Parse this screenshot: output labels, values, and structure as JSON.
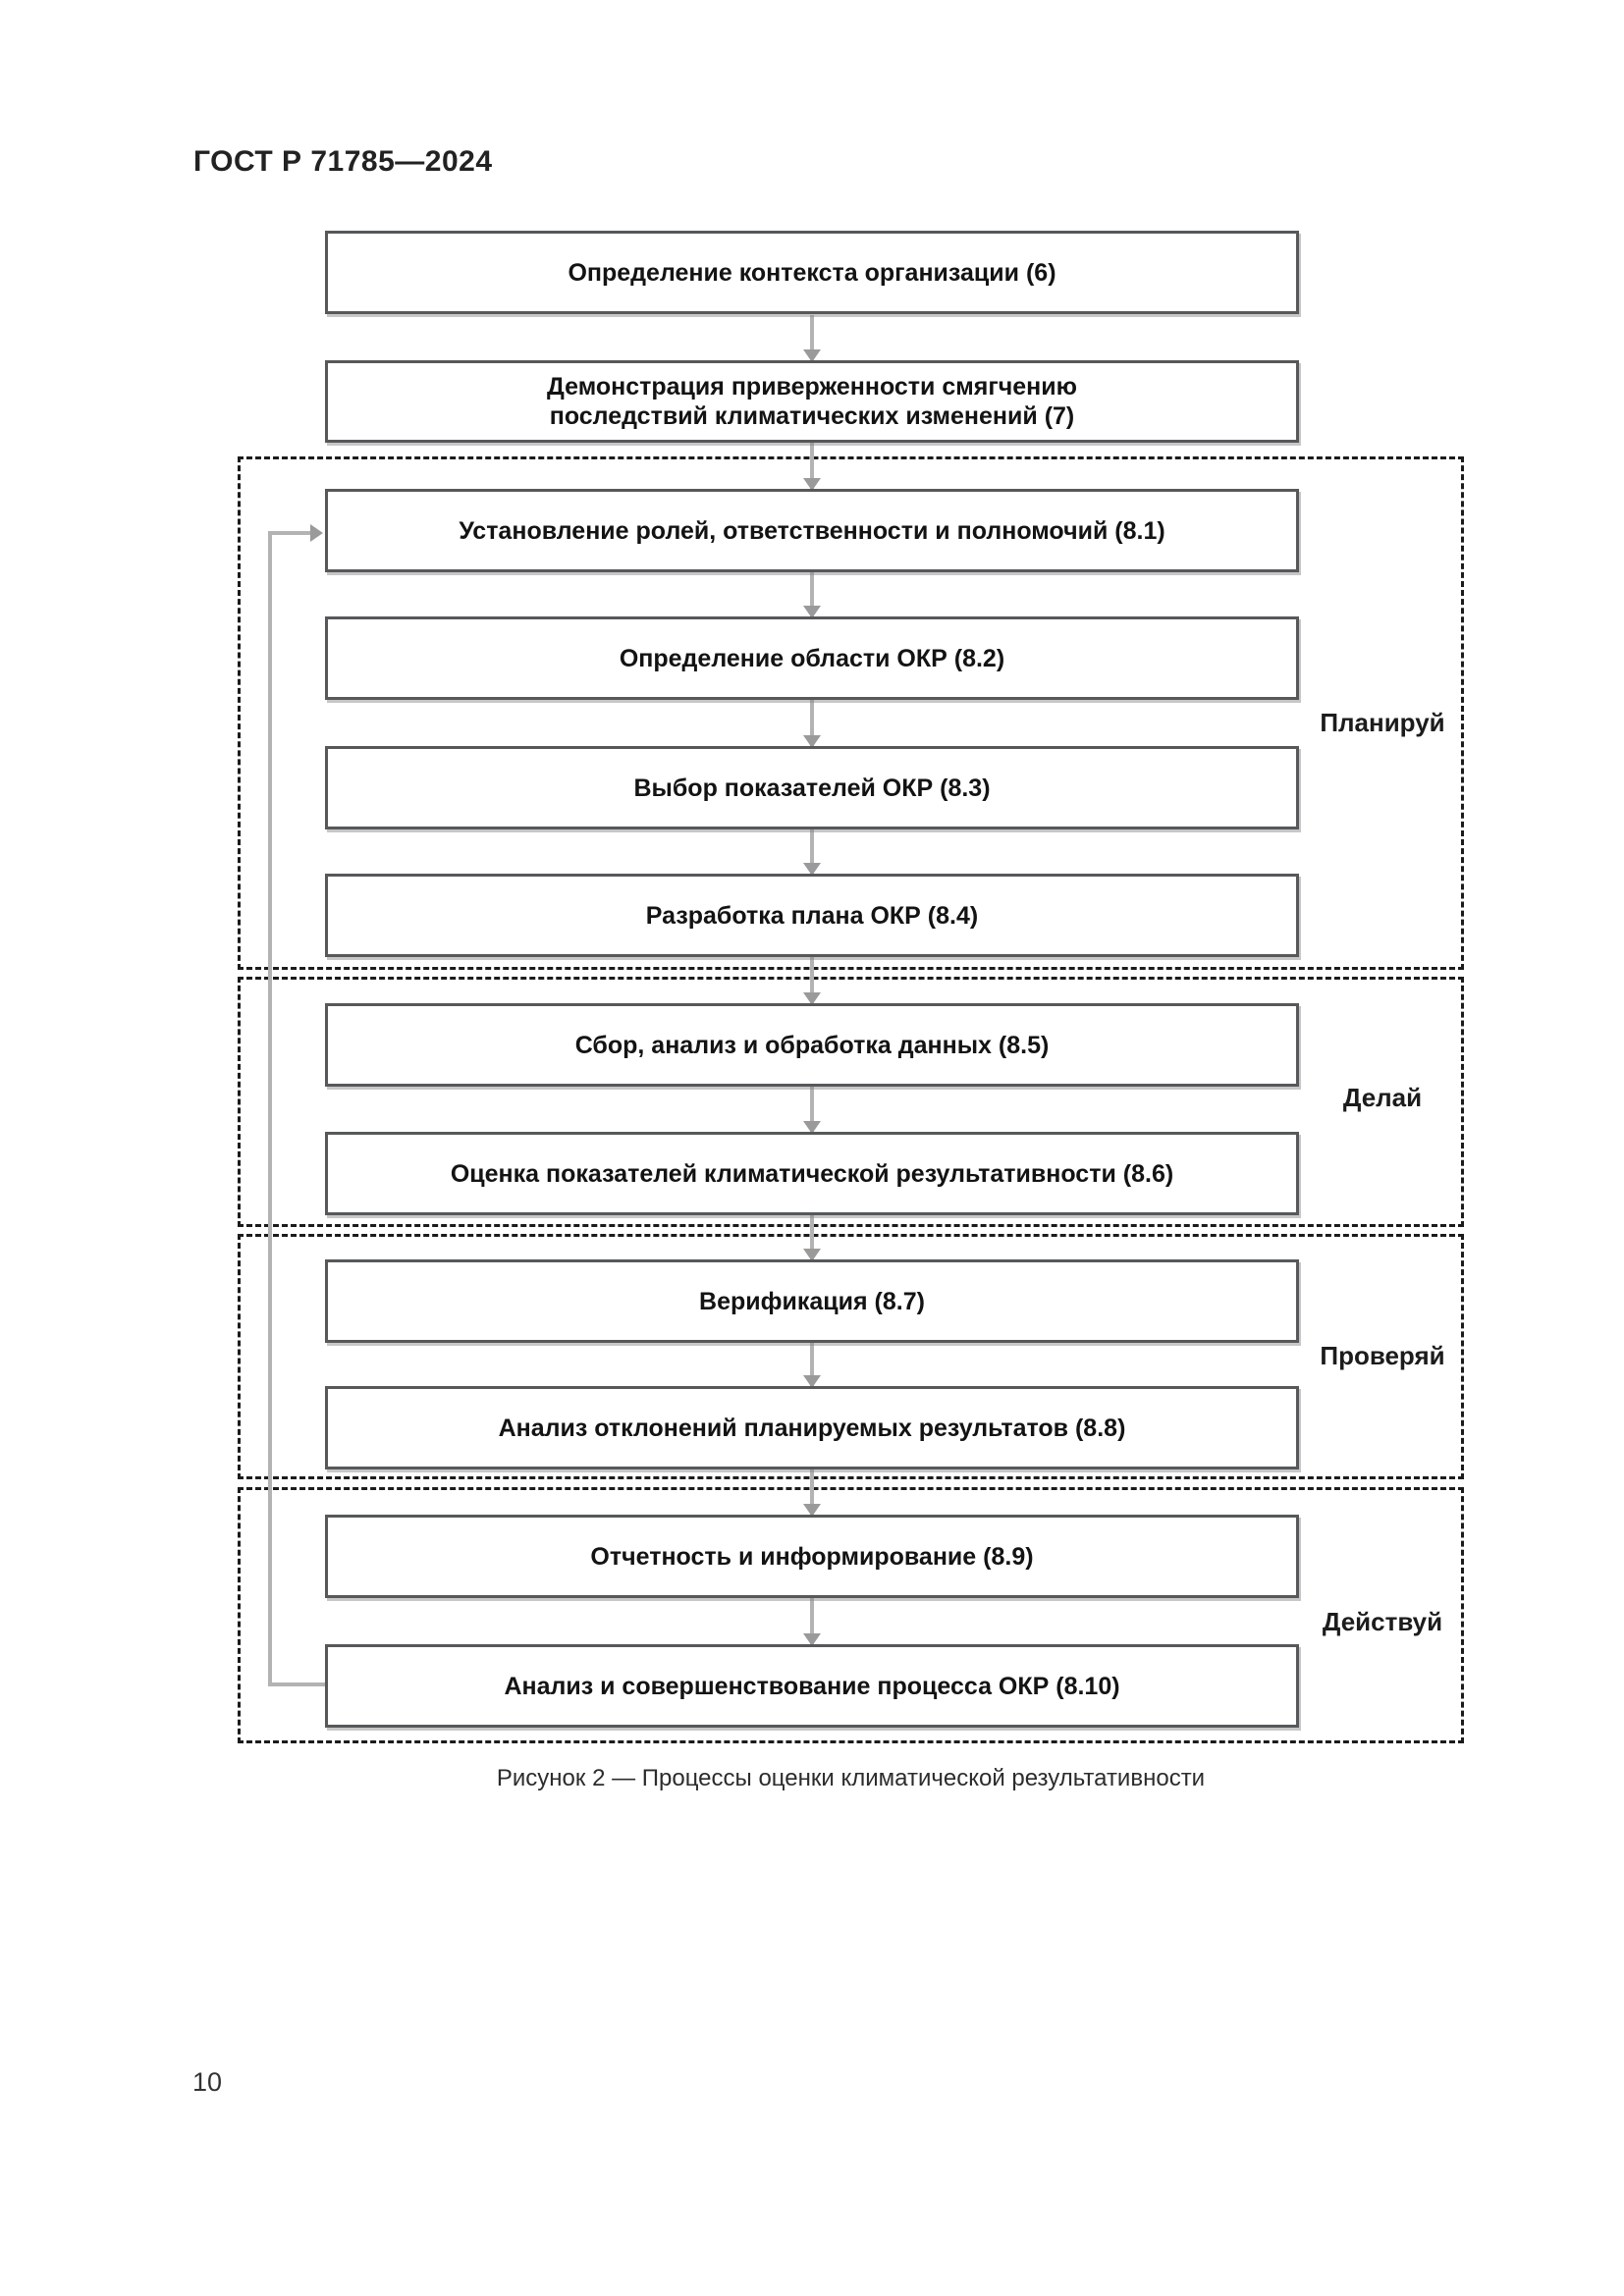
{
  "page": {
    "header": "ГОСТ Р 71785—2024",
    "figure_caption": "Рисунок 2 — Процессы оценки климатической результативности",
    "page_number": "10"
  },
  "flowchart": {
    "nodes": [
      {
        "id": "6",
        "label": "Определение контекста организации (6)"
      },
      {
        "id": "7",
        "label": "Демонстрация приверженности смягчению последствий климатических изменений (7)"
      },
      {
        "id": "8.1",
        "label": "Установление ролей, ответственности и полномочий (8.1)"
      },
      {
        "id": "8.2",
        "label": "Определение области ОКР (8.2)"
      },
      {
        "id": "8.3",
        "label": "Выбор показателей ОКР (8.3)"
      },
      {
        "id": "8.4",
        "label": "Разработка плана ОКР (8.4)"
      },
      {
        "id": "8.5",
        "label": "Сбор, анализ и обработка данных (8.5)"
      },
      {
        "id": "8.6",
        "label": "Оценка показателей климатической результативности (8.6)"
      },
      {
        "id": "8.7",
        "label": "Верификация (8.7)"
      },
      {
        "id": "8.8",
        "label": "Анализ отклонений планируемых результатов (8.8)"
      },
      {
        "id": "8.9",
        "label": "Отчетность и информирование (8.9)"
      },
      {
        "id": "8.10",
        "label": "Анализ и совершенствование процесса ОКР (8.10)"
      }
    ],
    "groups": [
      {
        "label": "Планируй"
      },
      {
        "label": "Делай"
      },
      {
        "label": "Проверяй"
      },
      {
        "label": "Действуй"
      }
    ],
    "colors": {
      "box_border": "#56585a",
      "arrow_line": "#b3b3b3",
      "arrow_head": "#9a9a9a",
      "group_border": "#1b1b1b"
    }
  }
}
